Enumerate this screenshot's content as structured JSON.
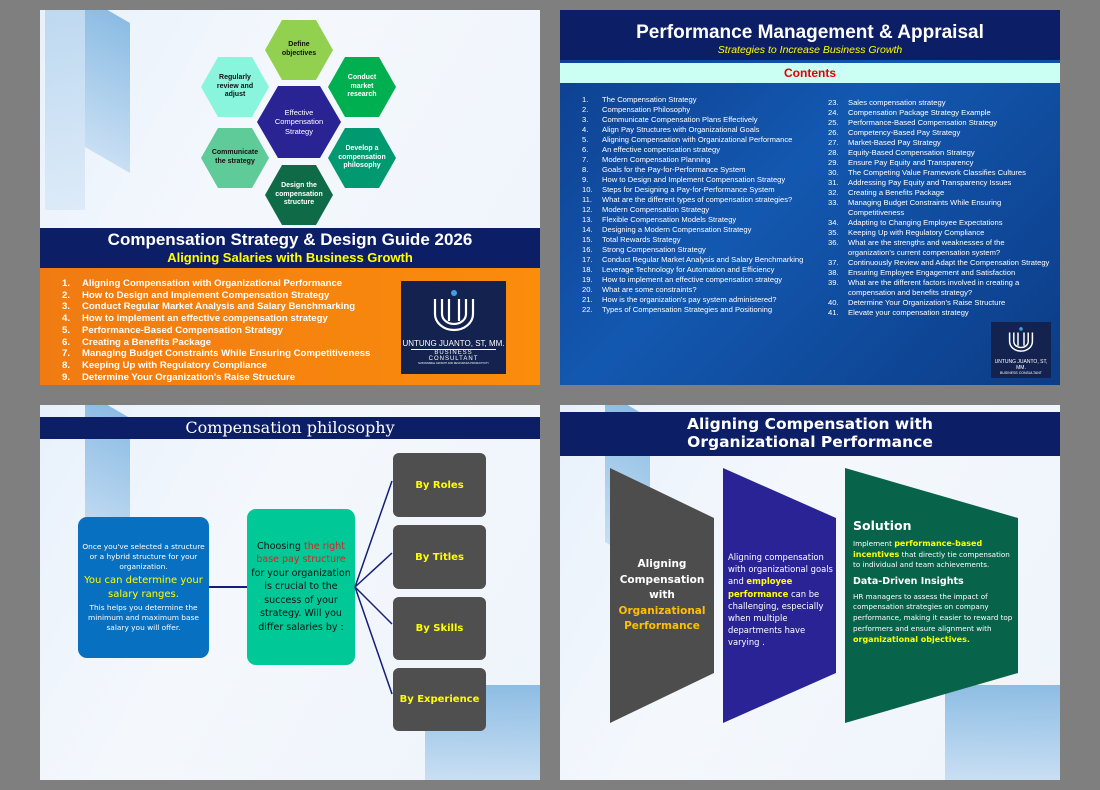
{
  "slide1": {
    "hexagons": {
      "center": "Effective Compensation Strategy",
      "define": "Define objectives",
      "research": "Conduct market research",
      "philosophy": "Develop a compensation philosophy",
      "design": "Design the compensation structure",
      "communicate": "Communicate the strategy",
      "review": "Regularly review and adjust"
    },
    "title": "Compensation Strategy & Design Guide 2026",
    "subtitle": "Aligning Salaries with Business Growth",
    "items": [
      "Aligning Compensation with Organizational Performance",
      "How to Design and Implement Compensation Strategy",
      "Conduct Regular Market Analysis and Salary Benchmarking",
      "How to implement an effective compensation strategy",
      "Performance-Based Compensation Strategy",
      "Creating a Benefits Package",
      "Managing Budget Constraints While Ensuring Competitiveness",
      "Keeping Up with Regulatory Compliance",
      "Determine Your Organization's Raise Structure"
    ],
    "logo": {
      "name": "UNTUNG JUANTO, ST, MM.",
      "role": "BUSINESS CONSULTANT",
      "tagline": "SUSTAINABLE GROWTH AND RESOURCES PRODUCTIVITY"
    }
  },
  "slide2": {
    "title": "Performance Management & Appraisal",
    "subtitle": "Strategies to Increase Business Growth",
    "contents_label": "Contents",
    "col1": [
      "The Compensation Strategy",
      "Compensation Philosophy",
      "Communicate Compensation Plans Effectively",
      "Align Pay Structures with Organizational Goals",
      "Aligning Compensation with Organizational Performance",
      "An effective compensation strategy",
      "Modern Compensation Planning",
      "Goals for the Pay-for-Performance System",
      "How to Design and Implement Compensation Strategy",
      "Steps for Designing a Pay-for-Performance System",
      "What are the different types of compensation strategies?",
      "Modern Compensation Strategy",
      "Flexible Compensation Models Strategy",
      "Designing a Modern Compensation Strategy",
      "Total Rewards Strategy",
      "Strong Compensation Strategy",
      "Conduct Regular Market Analysis and Salary Benchmarking",
      "Leverage Technology for Automation and Efficiency",
      "How to implement an effective compensation strategy",
      "What are some constraints?",
      "How is the organization's pay system administered?",
      "Types of Compensation Strategies and Positioning"
    ],
    "col2": [
      "Sales compensation strategy",
      "Compensation Package Strategy Example",
      "Performance-Based Compensation Strategy",
      "Competency-Based Pay Strategy",
      "Market-Based Pay Strategy",
      "Equity-Based Compensation Strategy",
      "Ensure Pay Equity and Transparency",
      "The Competing Value Framework Classifies Cultures",
      "Addressing Pay Equity and Transparency Issues",
      "Creating a Benefits Package",
      "Managing Budget Constraints While Ensuring Competitiveness",
      "Adapting to Changing Employee Expectations",
      "Keeping Up with Regulatory Compliance",
      "What are the strengths and weaknesses of the organization's current compensation system?",
      "Continuously Review and Adapt the Compensation Strategy",
      "Ensuring Employee Engagement and Satisfaction",
      "What are the different factors involved in creating a compensation and benefits strategy?",
      "Determine Your Organization's Raise Structure",
      "Elevate your compensation strategy"
    ],
    "logo": {
      "name": "UNTUNG JUANTO, ST, MM.",
      "role": "BUSINESS CONSULTANT"
    }
  },
  "slide3": {
    "title": "Compensation philosophy",
    "left": {
      "intro": "Once you've selected a structure or a hybrid structure for your organization.",
      "highlight": "You can determine your salary ranges.",
      "detail": "This helps you determine the minimum and maximum base salary you will offer."
    },
    "middle": {
      "pre": "Choosing ",
      "red": "the right base pay structure",
      "post": " for your organization is crucial to the success of your strategy. Will you differ salaries by :"
    },
    "options": [
      "By Roles",
      "By Titles",
      "By Skills",
      "By Experience"
    ]
  },
  "slide4": {
    "title_line1": "Aligning Compensation with",
    "title_line2": "Organizational Performance",
    "panel1": {
      "white": "Aligning Compensation with",
      "orange": "Organizational Performance"
    },
    "panel2": {
      "a": "Aligning compensation with organizational goals and ",
      "hl": "employee performance",
      "b": " can be challenging, especially when multiple departments have varying ."
    },
    "panel3": {
      "heading": "Solution",
      "p1a": "Implement ",
      "p1hl": "performance-based incentives",
      "p1b": " that directly tie compensation to individual and team achievements.",
      "subheading": "Data-Driven Insights",
      "p2a": "HR managers to assess the impact of compensation strategies on company performance, making it easier to reward top performers and ensure alignment with ",
      "p2hl": "organizational objectives."
    }
  }
}
